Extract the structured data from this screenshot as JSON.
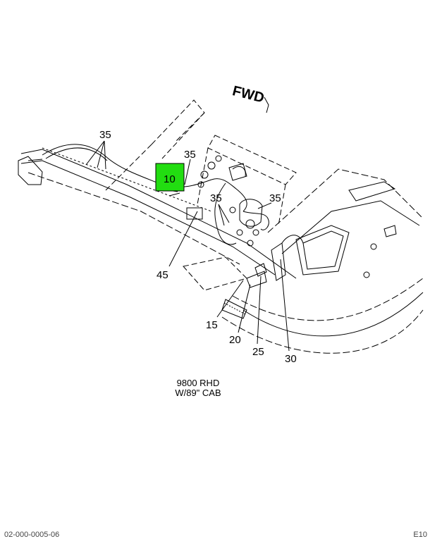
{
  "fwd_label": "FWD",
  "callouts": [
    {
      "id": "c35a",
      "text": "35"
    },
    {
      "id": "c35b",
      "text": "35"
    },
    {
      "id": "c35c",
      "text": "35"
    },
    {
      "id": "c35d",
      "text": "35"
    },
    {
      "id": "c10",
      "text": "10"
    },
    {
      "id": "c45",
      "text": "45"
    },
    {
      "id": "c15",
      "text": "15"
    },
    {
      "id": "c20",
      "text": "20"
    },
    {
      "id": "c25",
      "text": "25"
    },
    {
      "id": "c30",
      "text": "30"
    }
  ],
  "highlight_color": "#22dd11",
  "caption": {
    "line1": "9800 RHD",
    "line2": "W/89\" CAB"
  },
  "footer": {
    "left": "02-000-0005-06",
    "right": "E10"
  }
}
